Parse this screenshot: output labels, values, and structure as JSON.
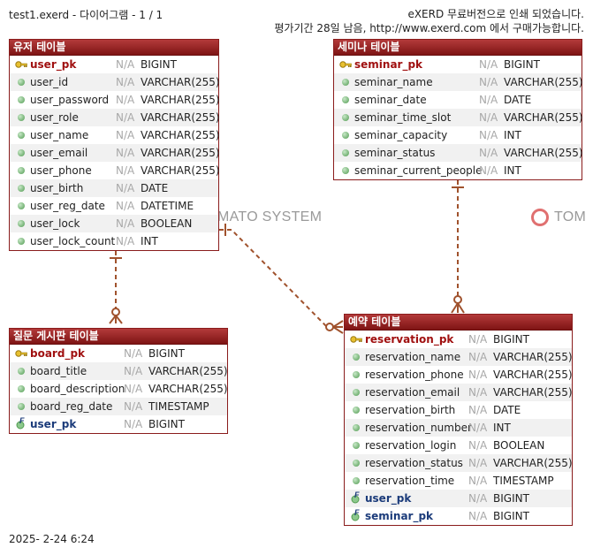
{
  "header": {
    "doc_title": "test1.exerd - 다이어그램 - 1 / 1",
    "notice_line1": "eXERD 무료버전으로 인쇄 되었습니다.",
    "notice_line2": "평가기간 28일 남음, http://www.exerd.com 에서 구매가능합니다."
  },
  "footer": {
    "date": "2025- 2-24  6:24"
  },
  "watermarks": {
    "left": "MATO SYSTEM",
    "right": "TOM"
  },
  "null_label": "N/A",
  "colors": {
    "title_bg": "#8a1c1c",
    "pk_text": "#a01010",
    "fk_text": "#1b3b7a",
    "relation_line": "#a0522d"
  },
  "entities": {
    "user": {
      "title": "유저 테이블",
      "columns": [
        {
          "name": "user_pk",
          "type": "BIGINT",
          "kind": "pk"
        },
        {
          "name": "user_id",
          "type": "VARCHAR(255)",
          "kind": "col"
        },
        {
          "name": "user_password",
          "type": "VARCHAR(255)",
          "kind": "col"
        },
        {
          "name": "user_role",
          "type": "VARCHAR(255)",
          "kind": "col"
        },
        {
          "name": "user_name",
          "type": "VARCHAR(255)",
          "kind": "col"
        },
        {
          "name": "user_email",
          "type": "VARCHAR(255)",
          "kind": "col"
        },
        {
          "name": "user_phone",
          "type": "VARCHAR(255)",
          "kind": "col"
        },
        {
          "name": "user_birth",
          "type": "DATE",
          "kind": "col"
        },
        {
          "name": "user_reg_date",
          "type": "DATETIME",
          "kind": "col"
        },
        {
          "name": "user_lock",
          "type": "BOOLEAN",
          "kind": "col"
        },
        {
          "name": "user_lock_count",
          "type": "INT",
          "kind": "col"
        }
      ]
    },
    "seminar": {
      "title": "세미나 테이블",
      "columns": [
        {
          "name": "seminar_pk",
          "type": "BIGINT",
          "kind": "pk"
        },
        {
          "name": "seminar_name",
          "type": "VARCHAR(255)",
          "kind": "col"
        },
        {
          "name": "seminar_date",
          "type": "DATE",
          "kind": "col"
        },
        {
          "name": "seminar_time_slot",
          "type": "VARCHAR(255)",
          "kind": "col"
        },
        {
          "name": "seminar_capacity",
          "type": "INT",
          "kind": "col"
        },
        {
          "name": "seminar_status",
          "type": "VARCHAR(255)",
          "kind": "col"
        },
        {
          "name": "seminar_current_people",
          "type": "INT",
          "kind": "col"
        }
      ]
    },
    "board": {
      "title": "질문 게시판 테이블",
      "columns": [
        {
          "name": "board_pk",
          "type": "BIGINT",
          "kind": "pk"
        },
        {
          "name": "board_title",
          "type": "VARCHAR(255)",
          "kind": "col"
        },
        {
          "name": "board_description",
          "type": "VARCHAR(255)",
          "kind": "col"
        },
        {
          "name": "board_reg_date",
          "type": "TIMESTAMP",
          "kind": "col"
        },
        {
          "name": "user_pk",
          "type": "BIGINT",
          "kind": "fk"
        }
      ]
    },
    "reservation": {
      "title": "예약 테이블",
      "columns": [
        {
          "name": "reservation_pk",
          "type": "BIGINT",
          "kind": "pk"
        },
        {
          "name": "reservation_name",
          "type": "VARCHAR(255)",
          "kind": "col"
        },
        {
          "name": "reservation_phone",
          "type": "VARCHAR(255)",
          "kind": "col"
        },
        {
          "name": "reservation_email",
          "type": "VARCHAR(255)",
          "kind": "col"
        },
        {
          "name": "reservation_birth",
          "type": "DATE",
          "kind": "col"
        },
        {
          "name": "reservation_number",
          "type": "INT",
          "kind": "col"
        },
        {
          "name": "reservation_login",
          "type": "BOOLEAN",
          "kind": "col"
        },
        {
          "name": "reservation_status",
          "type": "VARCHAR(255)",
          "kind": "col"
        },
        {
          "name": "reservation_time",
          "type": "TIMESTAMP",
          "kind": "col"
        },
        {
          "name": "user_pk",
          "type": "BIGINT",
          "kind": "fk"
        },
        {
          "name": "seminar_pk",
          "type": "BIGINT",
          "kind": "fk"
        }
      ]
    }
  }
}
